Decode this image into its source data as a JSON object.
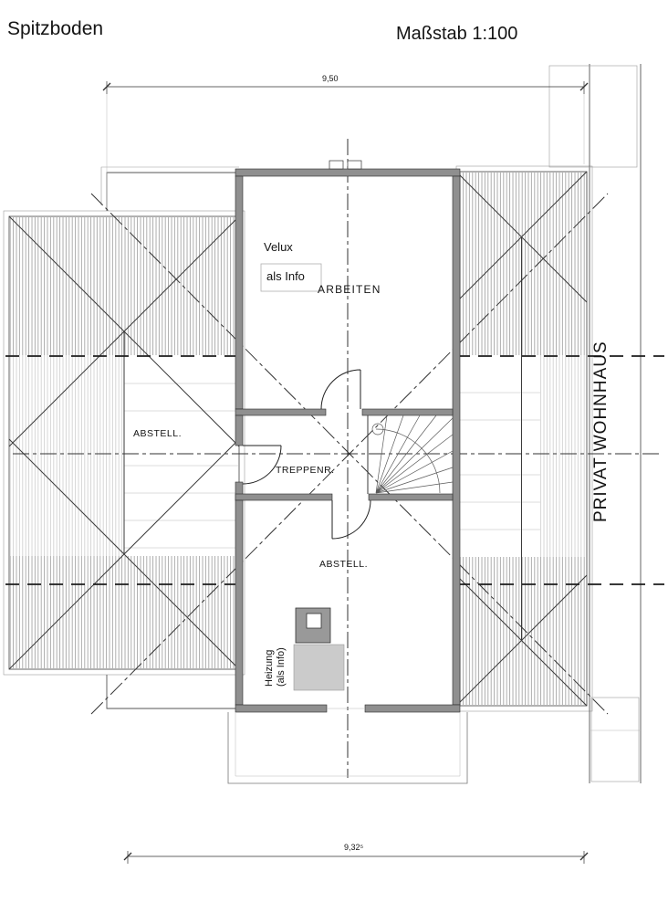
{
  "page": {
    "title": "Spitzboden",
    "scale_label": "Maßstab 1:100"
  },
  "dimensions": {
    "top_width": "9,50",
    "bottom_width": "9,32⁵"
  },
  "rooms": {
    "arbeiten": "ARBEITEN",
    "abstell_left": "ABSTELL.",
    "treppenraum": "TREPPENR.",
    "abstell_bottom": "ABSTELL."
  },
  "annotations": {
    "velux_line1": "Velux",
    "velux_line2": "als Info",
    "heizung_line1": "Heizung",
    "heizung_line2": "(als Info)",
    "neighbor": "PRIVAT WOHNHAUS"
  },
  "colors": {
    "ink": "#1c1c1c",
    "wall_fill": "#8f8f8f",
    "hatch": "#6b6b6b"
  }
}
